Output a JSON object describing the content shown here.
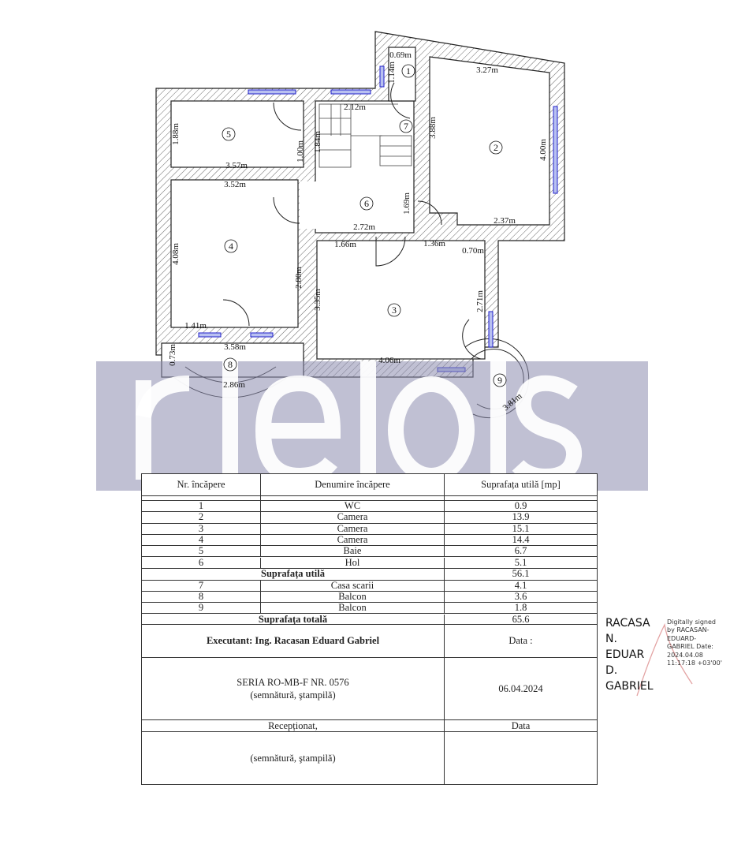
{
  "plan": {
    "rooms": [
      "1",
      "2",
      "3",
      "4",
      "5",
      "6",
      "7",
      "8",
      "9"
    ],
    "dims": [
      "0.69m",
      "1.14m",
      "3.27m",
      "2.12m",
      "1.88m",
      "1.84m",
      "1.00m",
      "3.88m",
      "4.00m",
      "3.57m",
      "3.52m",
      "1.69m",
      "2.72m",
      "2.37m",
      "1.66m",
      "1.36m",
      "0.70m",
      "4.08m",
      "2.80m",
      "3.35m",
      "2.71m",
      "1.41m",
      "3.58m",
      "0.73m",
      "4.06m",
      "2.86m",
      "3.81m"
    ],
    "colors": {
      "wall_hatch": "#555555",
      "window": "#2222cc",
      "window_fill": "#b8c0f0"
    }
  },
  "watermark": {
    "logo_text": "rlelols",
    "band_color": "#8c8caf"
  },
  "table": {
    "headers": [
      "Nr. încăpere",
      "Denumire încăpere",
      "Suprafața utilă [mp]"
    ],
    "rows": [
      {
        "nr": "1",
        "name": "WC",
        "area": "0.9"
      },
      {
        "nr": "2",
        "name": "Camera",
        "area": "13.9"
      },
      {
        "nr": "3",
        "name": "Camera",
        "area": "15.1"
      },
      {
        "nr": "4",
        "name": "Camera",
        "area": "14.4"
      },
      {
        "nr": "5",
        "name": "Baie",
        "area": "6.7"
      },
      {
        "nr": "6",
        "name": "Hol",
        "area": "5.1"
      }
    ],
    "useful_total": {
      "label": "Suprafața utilă",
      "area": "56.1"
    },
    "rows2": [
      {
        "nr": "7",
        "name": "Casa scarii",
        "area": "4.1"
      },
      {
        "nr": "8",
        "name": "Balcon",
        "area": "3.6"
      },
      {
        "nr": "9",
        "name": "Balcon",
        "area": "1.8"
      }
    ],
    "grand_total": {
      "label": "Suprafața totală",
      "area": "65.6"
    },
    "executant": "Executant: Ing. Racasan Eduard Gabriel",
    "data_label": "Data :",
    "seria": "SERIA RO-MB-F NR. 0576",
    "sign_stamp": "(semnătură, ştampilă)",
    "date": "06.04.2024",
    "receptionat": "Recepționat,",
    "data_label2": "Data",
    "sign_stamp2": "(semnătură, ştampilă)"
  },
  "signature": {
    "name_lines": [
      "RACASA",
      "N.",
      "EDUAR",
      "D.",
      "GABRIEL"
    ],
    "details": "Digitally signed by RACASAN-EDUARD-GABRIEL Date: 2024.04.08 11:17:18 +03'00'"
  }
}
